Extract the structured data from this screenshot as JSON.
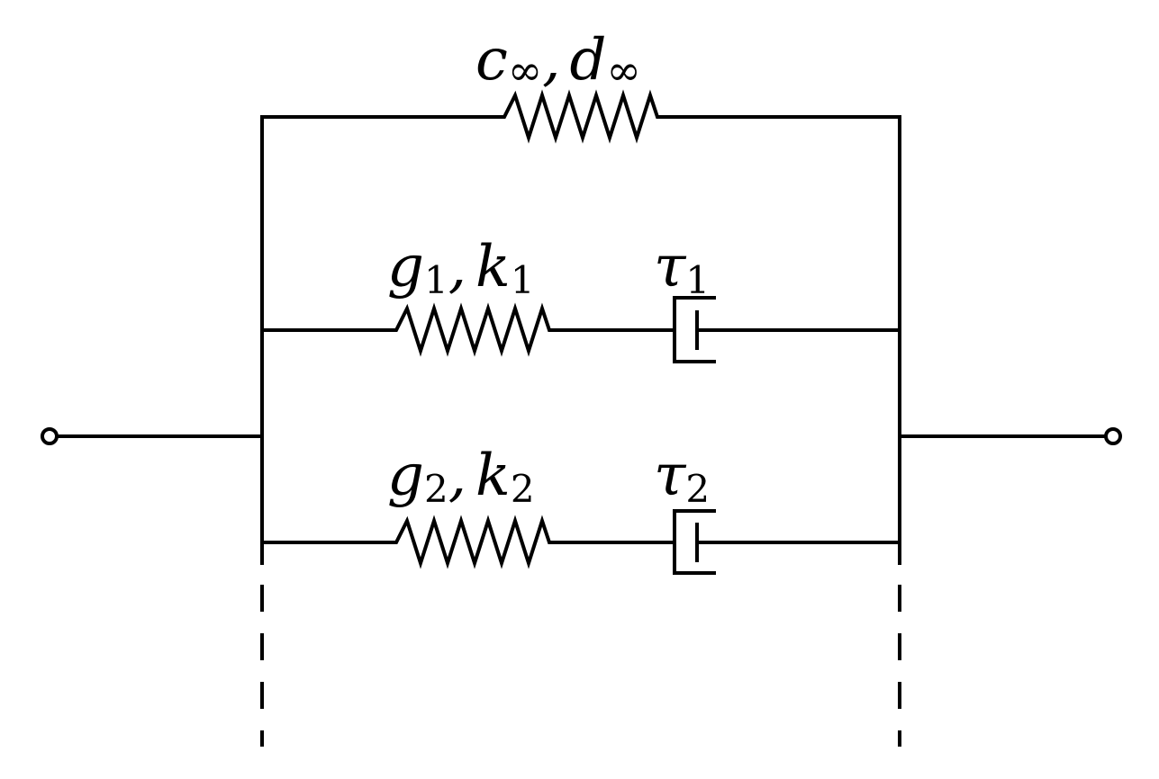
{
  "diagram": {
    "top_branch": {
      "label_c": "c",
      "label_c_sub": "∞",
      "label_sep": ",",
      "label_d": "d",
      "label_d_sub": "∞"
    },
    "branch1": {
      "label_g": "g",
      "label_g_sub": "1",
      "label_sep": ",",
      "label_k": "k",
      "label_k_sub": "1",
      "damper_label": "τ",
      "damper_sub": "1"
    },
    "branch2": {
      "label_g": "g",
      "label_g_sub": "2",
      "label_sep": ",",
      "label_k": "k",
      "label_k_sub": "2",
      "damper_label": "τ",
      "damper_sub": "2"
    }
  }
}
